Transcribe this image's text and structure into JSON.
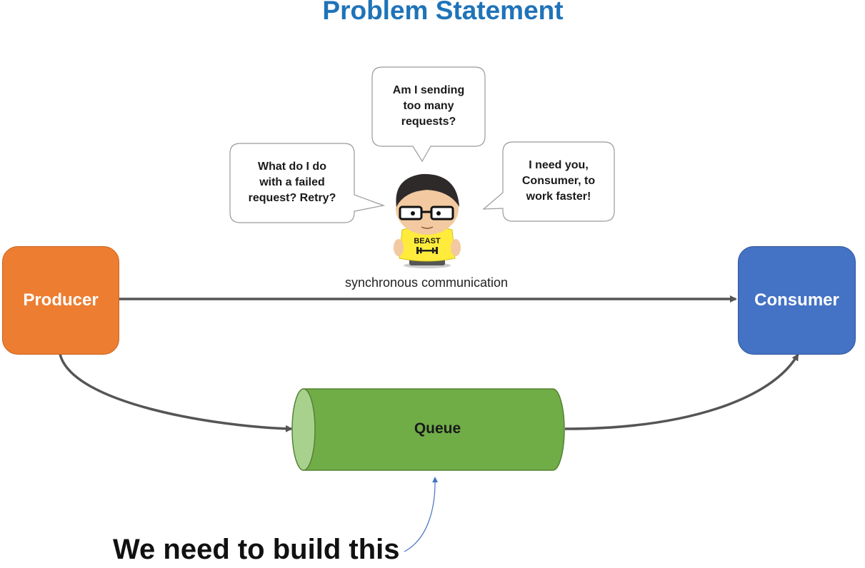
{
  "title": "Problem Statement",
  "producer": {
    "label": "Producer",
    "color": "#ed7d31"
  },
  "consumer": {
    "label": "Consumer",
    "color": "#4472c4"
  },
  "sync_label": "synchronous communication",
  "queue": {
    "label": "Queue",
    "color": "#70ad47"
  },
  "bubbles": [
    {
      "lines": [
        "What do I do",
        "with a failed",
        "request? Retry?"
      ]
    },
    {
      "lines": [
        "Am I sending",
        "too many",
        "requests?"
      ]
    },
    {
      "lines": [
        "I need you,",
        "Consumer, to",
        "work faster!"
      ]
    }
  ],
  "character": {
    "shirt_text": "BEAST",
    "shirt_color": "#ffeb3b"
  },
  "callout": "We need to build this"
}
